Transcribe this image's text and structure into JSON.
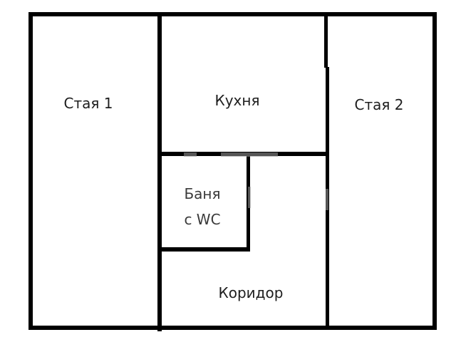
{
  "floor_plan": {
    "title": "",
    "rooms": [
      {
        "id": "room1",
        "label": "Стая 1"
      },
      {
        "id": "kitchen",
        "label": "Кухня"
      },
      {
        "id": "room2",
        "label": "Стая 2"
      },
      {
        "id": "bathroom",
        "label_line1": "Баня",
        "label_line2": "с WC"
      },
      {
        "id": "corridor",
        "label": "Коридор"
      }
    ],
    "colors": {
      "wall": "#000000",
      "background": "#ffffff",
      "text": "#1e1e1e"
    }
  }
}
